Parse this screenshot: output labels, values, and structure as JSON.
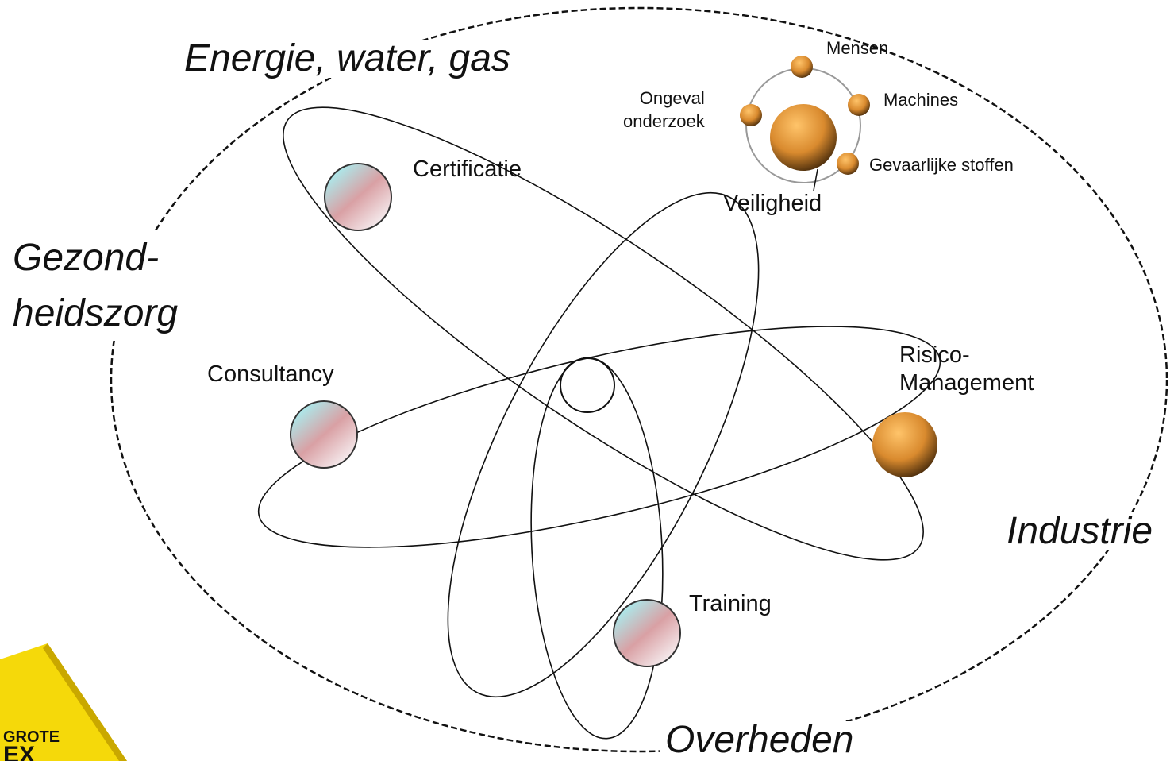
{
  "sectors": {
    "energie": "Energie, water, gas",
    "gezondheidszorg": "Gezond-\nheidszorg",
    "industrie": "Industrie",
    "overheden": "Overheden"
  },
  "services": {
    "certificatie": "Certificatie",
    "veiligheid": "Veiligheid",
    "consultancy": "Consultancy",
    "risico_management": "Risico-\nManagement",
    "training": "Training"
  },
  "veiligheid_satellites": {
    "mensen": "Mensen",
    "machines": "Machines",
    "gevaarlijke_stoffen": "Gevaarlijke  stoffen",
    "ongeval_onderzoek": "Ongeval\nonderzoek"
  },
  "logo": {
    "text_top": "GROTE",
    "text_bottom": "EX"
  },
  "colors": {
    "pink_sphere": "#d9a0a4",
    "cyan_highlight": "#a9ecee",
    "orange_sphere": "#f2a24a",
    "dark_sphere": "#3a2208",
    "logo_yellow": "#f5d90a"
  }
}
